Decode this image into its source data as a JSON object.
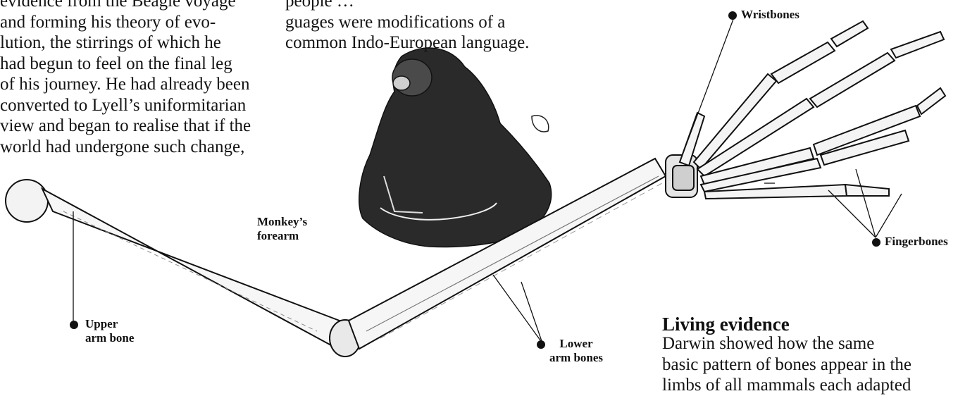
{
  "text_left": [
    "evidence from the Beagle voyage",
    "and forming his theory of evo-",
    "lution, the stirrings of which he",
    "had begun to feel on the final leg",
    "of his journey. He had already been",
    "converted to Lyell’s uniformitarian",
    "view and began to realise that if the",
    "world had undergone such change,"
  ],
  "text_mid": [
    "people …",
    "guages were modifications of a",
    "common Indo-European language."
  ],
  "labels": {
    "monkey_forearm": [
      "Monkey’s",
      "forearm"
    ],
    "upper_arm": [
      "Upper",
      "arm bone"
    ],
    "lower_arm": [
      "Lower",
      "arm bones"
    ],
    "wristbones": "Wristbones",
    "fingerbones": "Fingerbones"
  },
  "section": {
    "heading": "Living evidence",
    "lines": [
      "Darwin showed how the same",
      "basic pattern of bones appear in the",
      "limbs of all mammals each adapted"
    ]
  }
}
